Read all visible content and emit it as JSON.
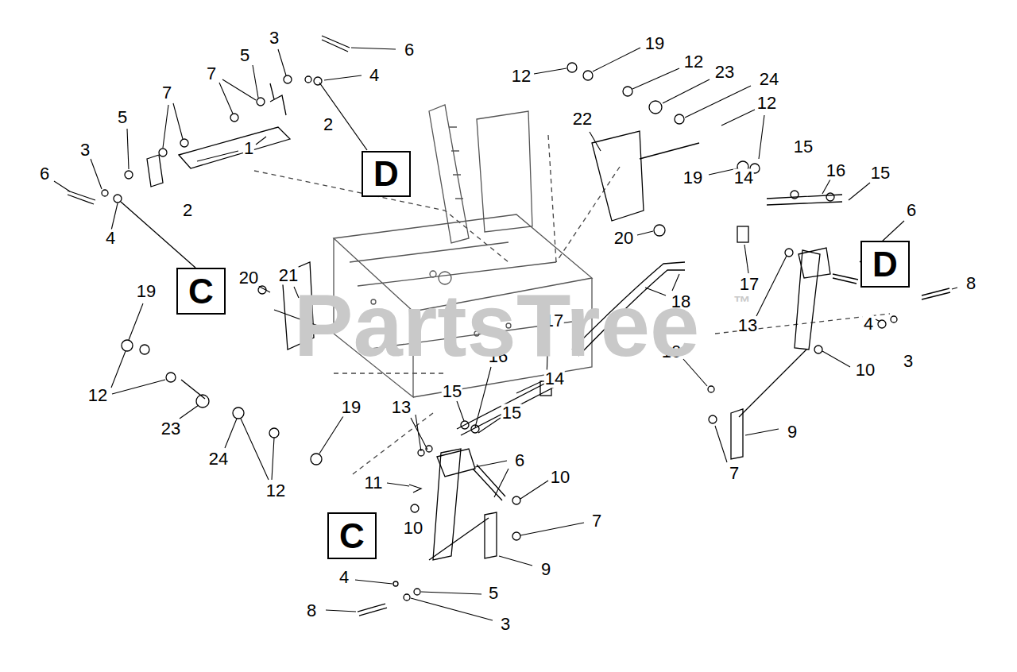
{
  "diagram": {
    "nodes": [
      {
        "text": [
          "D"
        ]
      },
      {
        "text": [
          "D"
        ]
      },
      {
        "text": [
          "C"
        ]
      },
      {
        "text": [
          "C"
        ]
      }
    ],
    "edges": [],
    "labels": [
      "3",
      "6",
      "5",
      "4",
      "7",
      "7",
      "5",
      "2",
      "1",
      "3",
      "6",
      "2",
      "4",
      "20",
      "21",
      "19",
      "12",
      "23",
      "24",
      "19",
      "12",
      "13",
      "15",
      "16",
      "17",
      "14",
      "15",
      "11",
      "6",
      "10",
      "10",
      "7",
      "9",
      "4",
      "5",
      "8",
      "3",
      "19",
      "12",
      "12",
      "23",
      "24",
      "12",
      "22",
      "19",
      "14",
      "15",
      "16",
      "15",
      "6",
      "20",
      "17",
      "18",
      "13",
      "10",
      "10",
      "8",
      "4",
      "3",
      "9",
      "7",
      "PartsTree",
      "™"
    ]
  }
}
